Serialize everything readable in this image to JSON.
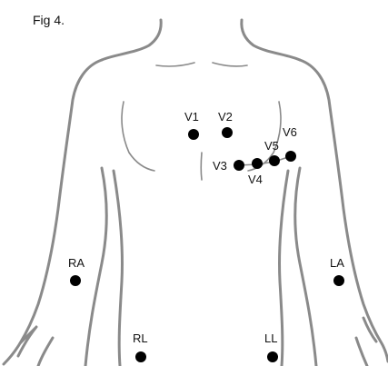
{
  "figure": {
    "caption": "Fig 4."
  },
  "electrodes": {
    "v1": "V1",
    "v2": "V2",
    "v3": "V3",
    "v4": "V4",
    "v5": "V5",
    "v6": "V6",
    "ra": "RA",
    "la": "LA",
    "rl": "RL",
    "ll": "LL"
  },
  "colors": {
    "outline": "#8a8a8a",
    "electrode": "#000000",
    "text": "#111111"
  }
}
